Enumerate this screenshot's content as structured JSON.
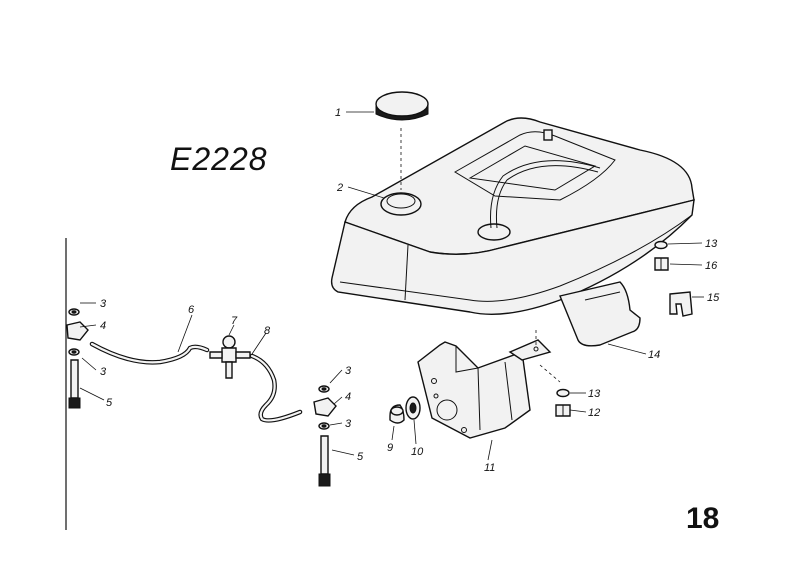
{
  "diagram": {
    "drawing_code": "E2228",
    "page_number": "18",
    "callouts": [
      "1",
      "2",
      "3",
      "4",
      "3",
      "5",
      "6",
      "7",
      "8",
      "3",
      "4",
      "3",
      "5",
      "9",
      "10",
      "11",
      "13",
      "12",
      "13",
      "16",
      "15",
      "14"
    ]
  }
}
